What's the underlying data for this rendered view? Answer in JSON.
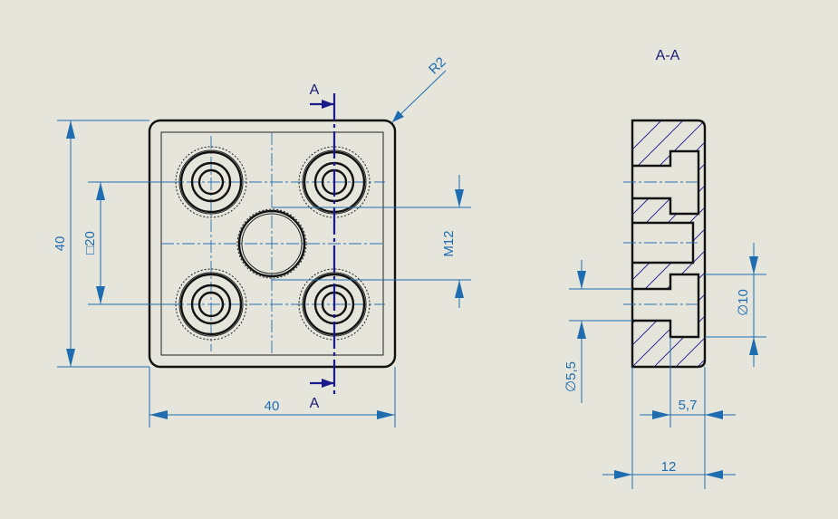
{
  "section_view": {
    "title": "A-A"
  },
  "cut_plane": {
    "label_top": "A",
    "label_bottom": "A"
  },
  "dimensions": {
    "radius": "R2",
    "height": "40",
    "width": "40",
    "square": "□20",
    "thread": "M12",
    "hole_small": "∅5,5",
    "hole_large": "∅10",
    "counterbore_depth": "5,7",
    "thickness": "12"
  },
  "colors": {
    "dimension": "#1f6db0",
    "cut_line": "#1a1a8a",
    "outline": "#111111"
  }
}
